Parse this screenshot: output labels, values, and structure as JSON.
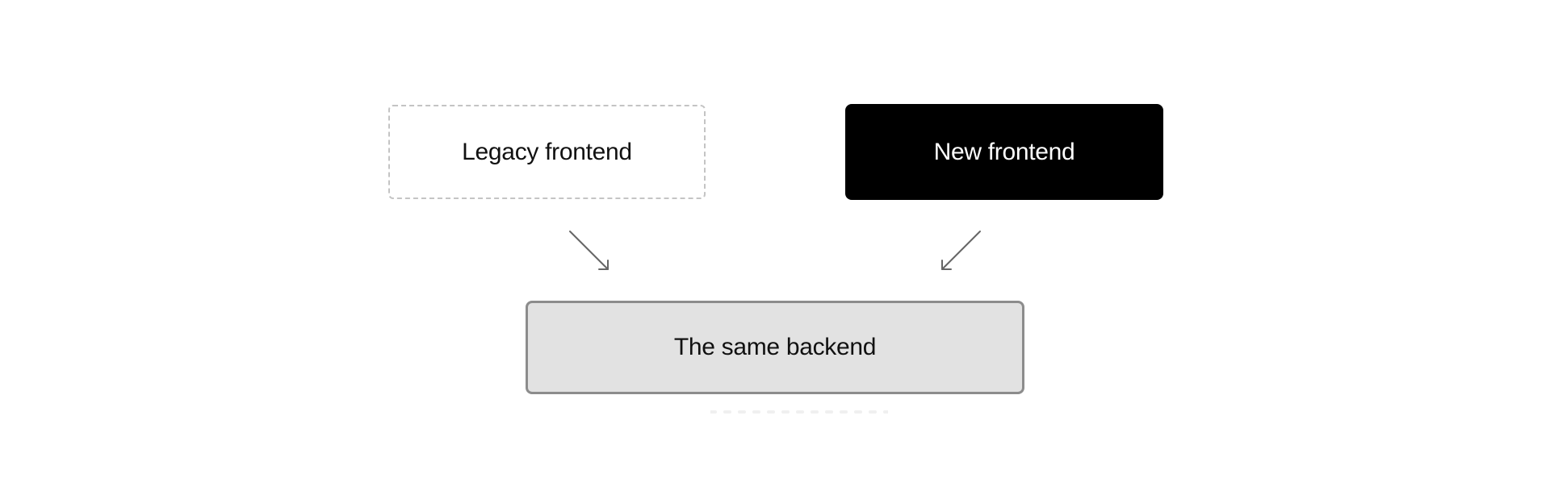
{
  "diagram": {
    "legacy_frontend": {
      "label": "Legacy frontend"
    },
    "new_frontend": {
      "label": "New frontend"
    },
    "backend": {
      "label": "The same backend"
    }
  },
  "colors": {
    "background": "#ffffff",
    "legacy_border": "#c4c4c4",
    "new_fill": "#000000",
    "new_text": "#ffffff",
    "backend_fill": "#e2e2e2",
    "backend_border": "#8c8c8c",
    "arrow": "#666666",
    "text": "#111111"
  }
}
